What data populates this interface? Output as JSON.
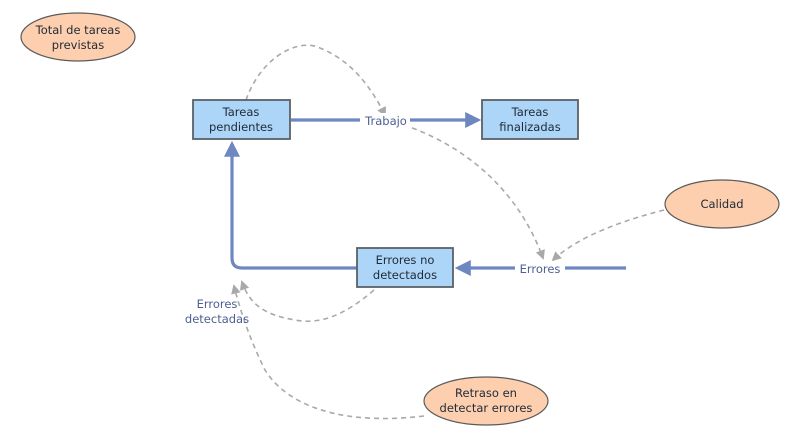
{
  "variables": {
    "total_tareas": "Total de tareas previstas",
    "calidad": "Calidad",
    "retraso": "Retraso en detectar errores"
  },
  "stocks": {
    "tareas_pendientes": "Tareas pendientes",
    "tareas_finalizadas": "Tareas finalizadas",
    "errores_no_detectados": "Errores no detectados"
  },
  "flows": {
    "trabajo": "Trabajo",
    "errores": "Errores",
    "errores_detectadas": "Errores detectadas"
  },
  "colors": {
    "variable_fill": "#fdcfae",
    "stock_fill": "#acd5f7",
    "flow_stroke": "#6e87c1",
    "link_stroke": "#a9a9a9"
  }
}
